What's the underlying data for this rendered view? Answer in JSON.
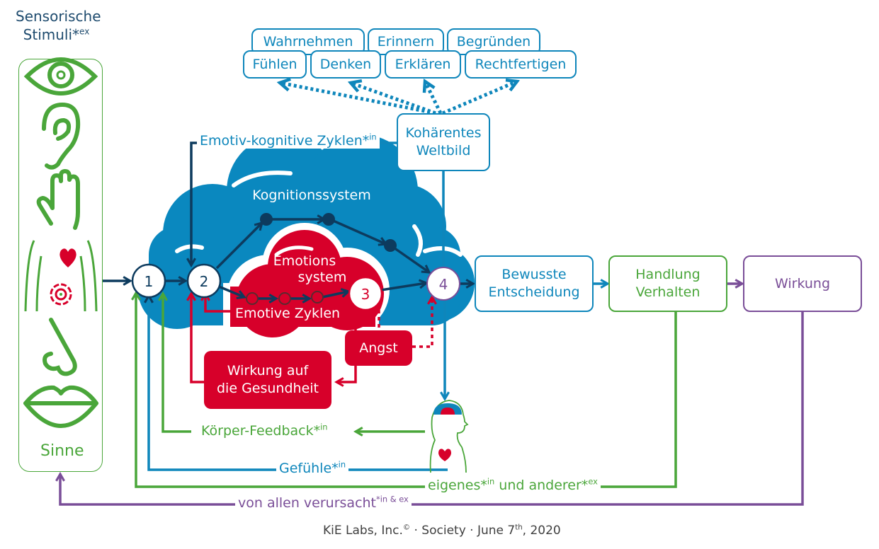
{
  "header": {
    "sensory_title_line1": "Sensorische",
    "sensory_title_line2": "Stimuli*",
    "sensory_title_sup": "ex"
  },
  "senses_panel": {
    "label": "Sinne",
    "icons": [
      "eye-icon",
      "ear-icon",
      "hand-icon",
      "body-heart-icon",
      "nose-icon",
      "lips-icon"
    ]
  },
  "top_boxes": {
    "row1": [
      "Wahrnehmen",
      "Erinnern",
      "Begründen"
    ],
    "row2": [
      "Fühlen",
      "Denken",
      "Erklären",
      "Rechtfertigen"
    ]
  },
  "weltbild": {
    "line1": "Kohärentes",
    "line2": "Weltbild"
  },
  "cycles_label": {
    "text": "Emotiv-kognitive Zyklen*",
    "sup": "in"
  },
  "clouds": {
    "cognition": "Kognitionssystem",
    "emotion_line1": "Emotions",
    "emotion_line2": "system",
    "emotive_cycles": "Emotive Zyklen"
  },
  "nodes": [
    "1",
    "2",
    "3",
    "4"
  ],
  "flow_boxes": {
    "decision": {
      "line1": "Bewusste",
      "line2": "Entscheidung"
    },
    "action": {
      "line1": "Handlung",
      "line2": "Verhalten"
    },
    "effect": {
      "label": "Wirkung"
    }
  },
  "red_boxes": {
    "fear": "Angst",
    "health_line1": "Wirkung auf",
    "health_line2": "die Gesundheit"
  },
  "feedback": {
    "body": {
      "text": "Körper-Feedback*",
      "sup": "in"
    },
    "feelings": {
      "text": "Gefühle*",
      "sup": "in"
    },
    "own_other": {
      "text1": "eigenes*",
      "sup1": "in",
      "text2": " und anderer*",
      "sup2": "ex"
    },
    "all": {
      "text": "von allen verursacht",
      "sup": "*in & ex"
    }
  },
  "footer": {
    "text1": "KiE Labs, Inc.",
    "sup1": "©",
    "text2": " · Society · June 7",
    "sup2": "th",
    "text3": ", 2020"
  },
  "colors": {
    "cloud_blue": "#0a88bf",
    "dark_navy": "#0d3b5e",
    "red": "#d7002a",
    "green": "#4aa63a",
    "purple": "#7a4e98",
    "text_blue": "#0e86bb"
  }
}
